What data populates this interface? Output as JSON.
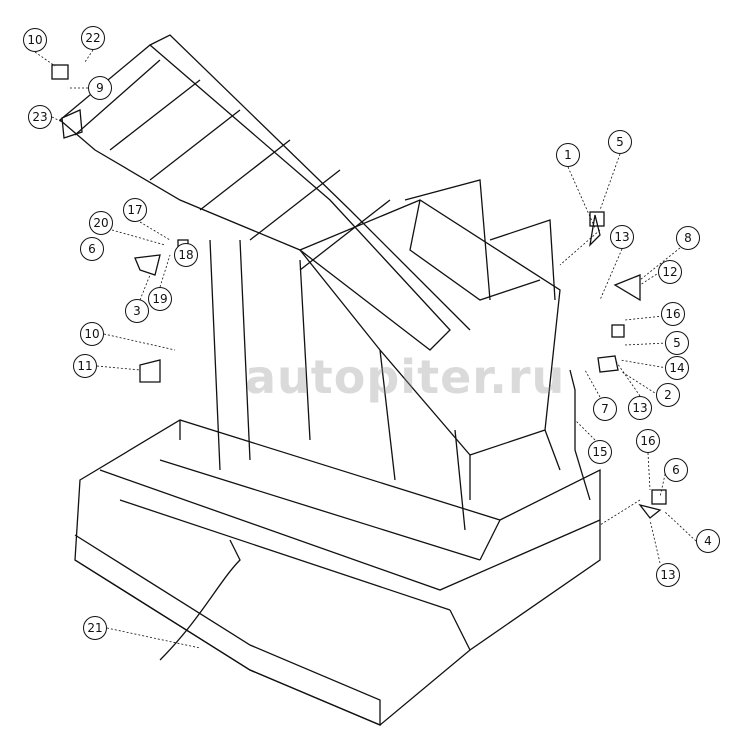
{
  "diagram": {
    "type": "exploded-parts-diagram",
    "watermark": "autopiter.ru",
    "callouts": [
      "10",
      "22",
      "9",
      "23",
      "20",
      "17",
      "6",
      "18",
      "19",
      "3",
      "10",
      "11",
      "1",
      "5",
      "13",
      "8",
      "12",
      "16",
      "5",
      "14",
      "2",
      "13",
      "7",
      "15",
      "16",
      "6",
      "4",
      "13",
      "21"
    ]
  }
}
